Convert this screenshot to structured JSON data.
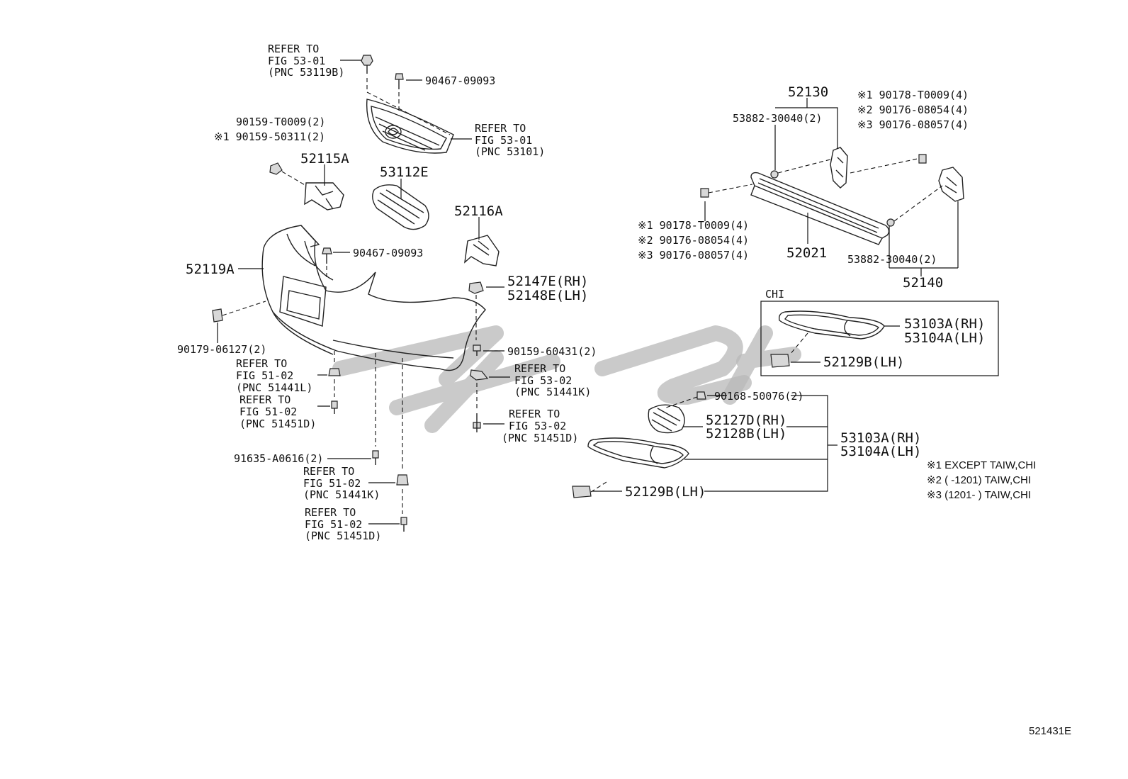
{
  "figure_code": "521431E",
  "callouts": {
    "refer_531_19b": [
      "REFER TO",
      "FIG 53-01",
      "(PNC 53119B)"
    ],
    "p9046709093_top": "90467-09093",
    "refer_531_01": [
      "REFER TO",
      "FIG 53-01",
      "(PNC 53101)"
    ],
    "p90159t0009": "90159-T0009(2)",
    "p9015950311": "※1 90159-50311(2)",
    "p52115a": "52115A",
    "p53112e": "53112E",
    "p52116a": "52116A",
    "p52119a": "52119A",
    "p9046709093_mid": "90467-09093",
    "p52147e": "52147E(RH)",
    "p52148e": "52148E(LH)",
    "p9017906127": "90179-06127(2)",
    "p9015960431": "90159-60431(2)",
    "refer_51441l": [
      "REFER TO",
      "FIG 51-02",
      "(PNC 51441L)"
    ],
    "refer_51451d_a": [
      "REFER TO",
      "FIG 51-02",
      "(PNC 51451D)"
    ],
    "refer_53_02_k": [
      "REFER TO",
      "FIG 53-02",
      "(PNC 51441K)"
    ],
    "refer_53_02_d": [
      "REFER TO",
      "FIG 53-02",
      "(PNC 51451D)"
    ],
    "p91635a0616": "91635-A0616(2)",
    "refer_51441k": [
      "REFER TO",
      "FIG 51-02",
      "(PNC 51441K)"
    ],
    "refer_51451d_b": [
      "REFER TO",
      "FIG 51-02",
      "(PNC 51451D)"
    ],
    "p52130": "52130",
    "p5388230040_top": "53882-30040(2)",
    "notes_top": [
      "※1 90178-T0009(4)",
      "※2 90176-08054(4)",
      "※3 90176-08057(4)"
    ],
    "notes_left": [
      "※1 90178-T0009(4)",
      "※2 90176-08054(4)",
      "※3 90176-08057(4)"
    ],
    "p52021": "52021",
    "p5388230040_bottom": "53882-30040(2)",
    "p52140": "52140",
    "chi_box_label": "CHI",
    "chi_53103a": "53103A(RH)",
    "chi_53104a": "53104A(LH)",
    "chi_52129b": "52129B(LH)",
    "p9016850076": "90168-50076(2)",
    "p52127d": "52127D(RH)",
    "p52128b": "52128B(LH)",
    "p53103a": "53103A(RH)",
    "p53104a": "53104A(LH)",
    "p52129b": "52129B(LH)"
  },
  "legend": {
    "line1": "※1 EXCEPT TAIW,CHI",
    "line2": "※2 (       -1201) TAIW,CHI",
    "line3": "※3 (1201-       ) TAIW,CHI"
  }
}
